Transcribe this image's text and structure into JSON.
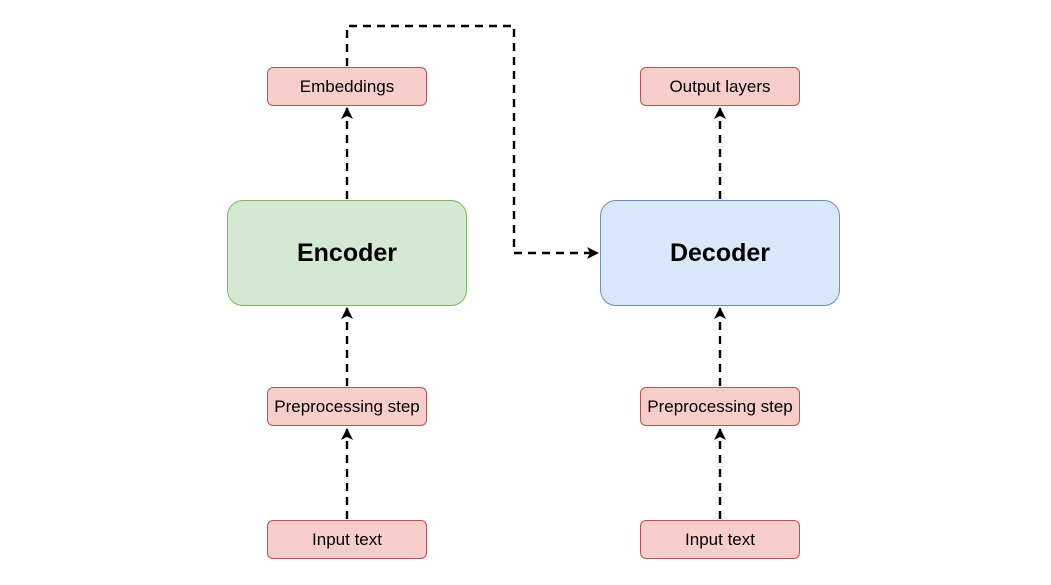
{
  "encoder": {
    "title": "Encoder",
    "input": "Input text",
    "preprocessing": "Preprocessing step",
    "output": "Embeddings"
  },
  "decoder": {
    "title": "Decoder",
    "input": "Input text",
    "preprocessing": "Preprocessing step",
    "output": "Output layers"
  },
  "colors": {
    "small_box_fill": "#f8cecc",
    "small_box_stroke": "#b85450",
    "encoder_fill": "#d5e8d4",
    "encoder_stroke": "#82b366",
    "decoder_fill": "#dae8fc",
    "decoder_stroke": "#6c8ebf",
    "connector": "#000000"
  }
}
